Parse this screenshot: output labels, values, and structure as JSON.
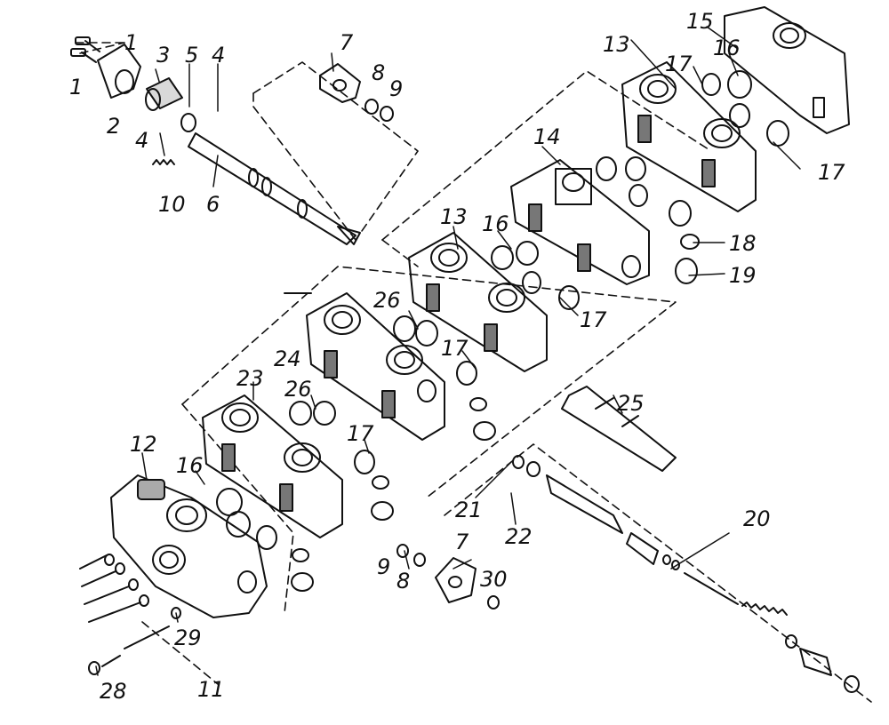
{
  "callouts": [
    "1",
    "1",
    "2",
    "3",
    "5",
    "4",
    "4",
    "10",
    "6",
    "7",
    "8",
    "9",
    "13",
    "15",
    "17",
    "16",
    "17",
    "14",
    "18",
    "19",
    "13",
    "16",
    "17",
    "26",
    "17",
    "24",
    "23",
    "26",
    "17",
    "25",
    "12",
    "16",
    "21",
    "22",
    "20",
    "9",
    "8",
    "7",
    "30",
    "29",
    "28",
    "11"
  ],
  "colors": {
    "ink": "#111111",
    "paper": "#ffffff"
  }
}
